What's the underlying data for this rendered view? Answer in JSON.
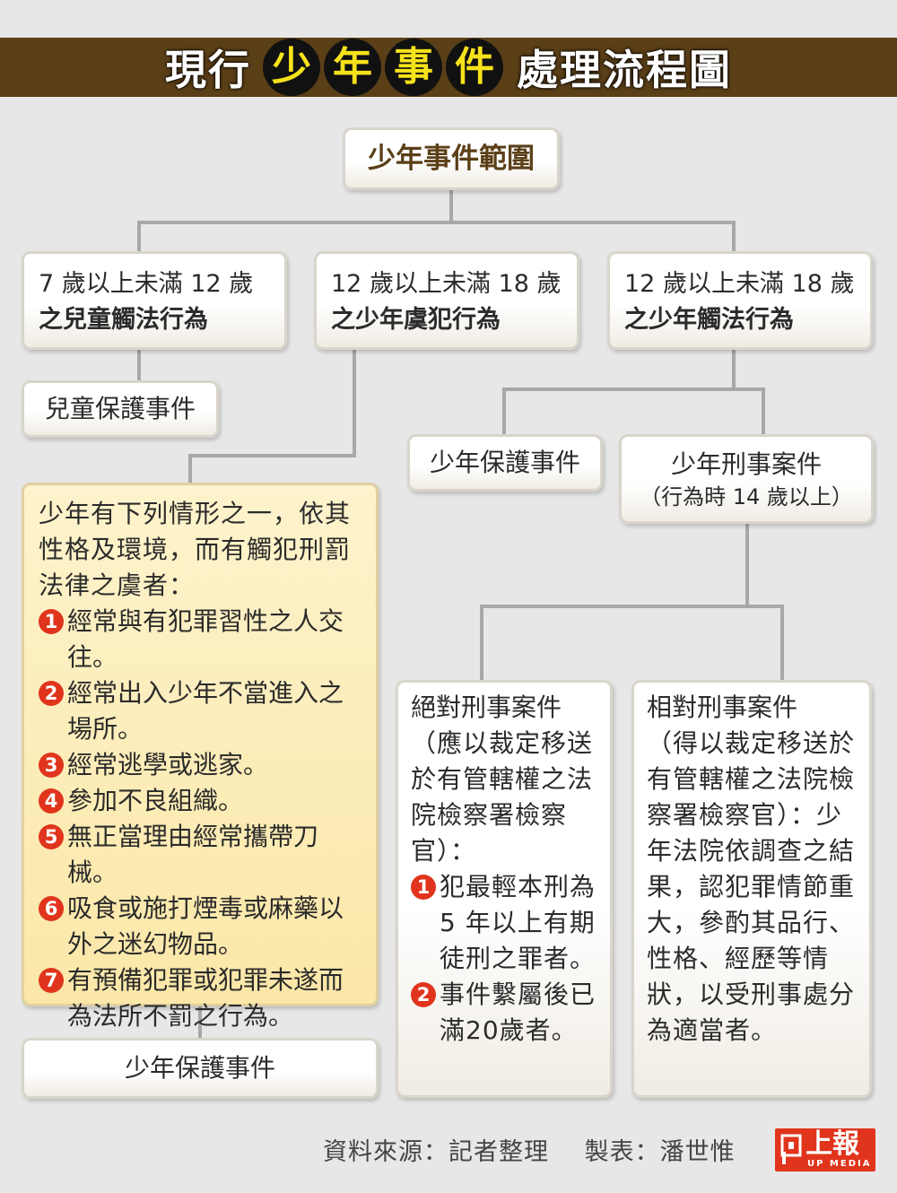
{
  "title": {
    "prefix": "現行",
    "highlight": [
      "少",
      "年",
      "事",
      "件"
    ],
    "suffix": "處理流程圖"
  },
  "root": "少年事件範圍",
  "level1": {
    "child": {
      "line1": "7 歲以上未滿 12 歲",
      "line2": "之兒童觸法行為"
    },
    "mid": {
      "line1": "12 歲以上未滿 18 歲",
      "line2": "之少年虞犯行為"
    },
    "right": {
      "line1": "12 歲以上未滿 18 歲",
      "line2": "之少年觸法行為"
    }
  },
  "child_protection": "兒童保護事件",
  "youth_protection_right": "少年保護事件",
  "criminal": {
    "line1": "少年刑事案件",
    "line2": "（行為時 14 歲以上）"
  },
  "delinquency": {
    "intro": "少年有下列情形之一，依其性格及環境，而有觸犯刑罰法律之虞者：",
    "items": [
      {
        "num": "1",
        "text": "經常與有犯罪習性之人交往。"
      },
      {
        "num": "2",
        "text": "經常出入少年不當進入之場所。"
      },
      {
        "num": "3",
        "text": "經常逃學或逃家。"
      },
      {
        "num": "4",
        "text": "參加不良組織。"
      },
      {
        "num": "5",
        "text": "無正當理由經常攜帶刀械。"
      },
      {
        "num": "6",
        "text": "吸食或施打煙毒或麻藥以外之迷幻物品。"
      },
      {
        "num": "7",
        "text": "有預備犯罪或犯罪未遂而為法所不罰之行為。"
      }
    ]
  },
  "youth_protection_left": "少年保護事件",
  "absolute": {
    "title": "絕對刑事案件",
    "intro": "（應以裁定移送於有管轄權之法院檢察署檢察官）：",
    "items": [
      {
        "num": "1",
        "text": "犯最輕本刑為 5 年以上有期徒刑之罪者。"
      },
      {
        "num": "2",
        "text": "事件繫屬後已滿20歲者。"
      }
    ]
  },
  "relative": {
    "title": "相對刑事案件",
    "text": "（得以裁定移送於有管轄權之法院檢察署檢察官）：少年法院依調查之結果，認犯罪情節重大，參酌其品行、性格、經歷等情狀，以受刑事處分為適當者。"
  },
  "footer": {
    "source": "資料來源：記者整理",
    "maker": "製表：潘世惟"
  },
  "logo": {
    "main": "上報",
    "sub": "UP MEDIA"
  },
  "colors": {
    "banner": "#5b3f17",
    "highlight_text": "#f6e21a",
    "number_badge": "#e0341c",
    "yellow_box": "#fbe7a8",
    "line": "#a8a8a8"
  }
}
